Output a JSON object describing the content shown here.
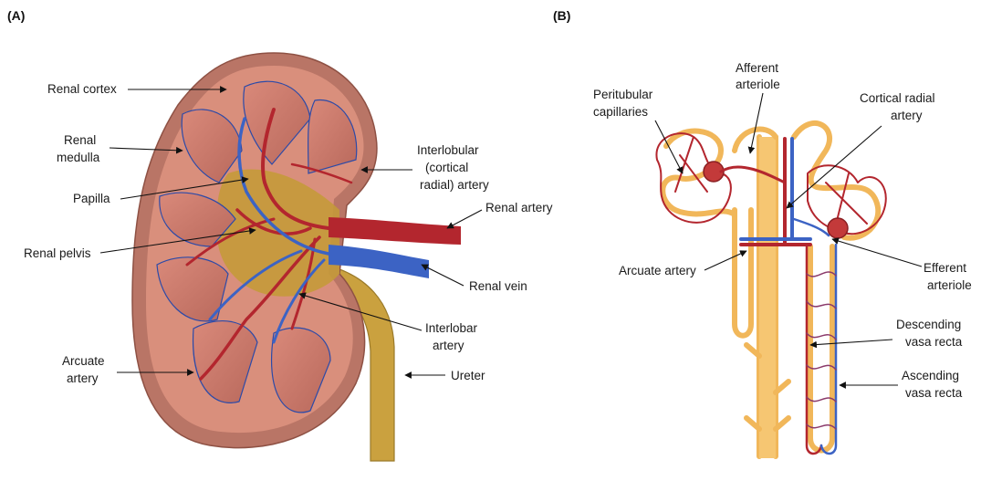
{
  "panels": {
    "a": "(A)",
    "b": "(B)"
  },
  "labels_a": {
    "renal_cortex": "Renal cortex",
    "renal_medulla": [
      "Renal",
      "medulla"
    ],
    "papilla": "Papilla",
    "renal_pelvis": "Renal pelvis",
    "arcuate_artery": [
      "Arcuate",
      "artery"
    ],
    "interlobular_artery": [
      "Interlobular",
      "(cortical",
      "radial) artery"
    ],
    "renal_artery": "Renal artery",
    "renal_vein": "Renal vein",
    "interlobar_artery": [
      "Interlobar",
      "artery"
    ],
    "ureter": "Ureter"
  },
  "labels_b": {
    "afferent_arteriole": [
      "Afferent",
      "arteriole"
    ],
    "peritubular_capillaries": [
      "Peritubular",
      "capillaries"
    ],
    "cortical_radial_artery": [
      "Cortical radial",
      "artery"
    ],
    "arcuate_artery": "Arcuate artery",
    "efferent_arteriole": [
      "Efferent",
      "arteriole"
    ],
    "descending_vasa_recta": [
      "Descending",
      "vasa recta"
    ],
    "ascending_vasa_recta": [
      "Ascending",
      "vasa recta"
    ]
  },
  "colors": {
    "artery": "#b3262e",
    "vein": "#3c63c4",
    "tubule": "#f1b75a",
    "cortex": "#d98f7c",
    "capsule": "#b97566",
    "medulla": "#c97a6c",
    "pelvis": "#c49a3a",
    "ureter": "#c9a040"
  }
}
